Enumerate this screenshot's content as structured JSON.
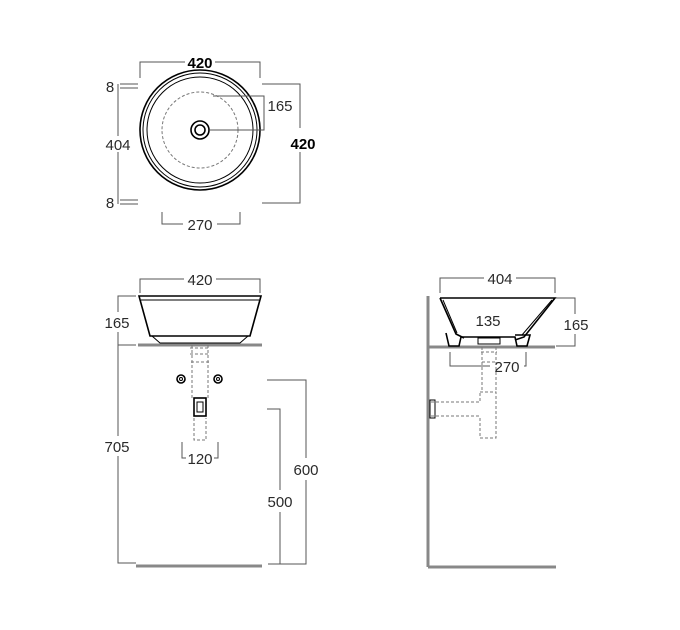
{
  "colors": {
    "line": "#000000",
    "dimension": "#555555",
    "wall": "#888888",
    "hidden": "#777777"
  },
  "top_view": {
    "width_label": "420",
    "depth_label": "420",
    "rim_top_label": "8",
    "inner_label": "404",
    "rim_bottom_label": "8",
    "drain_offset_label": "165",
    "base_label": "270"
  },
  "front_view": {
    "width_label": "420",
    "height_label": "165",
    "floor_height_label": "705",
    "trap_width_label": "120",
    "inlet_height_label": "600",
    "outlet_height_label": "500"
  },
  "side_view": {
    "width_label": "404",
    "height_label": "165",
    "drain_label": "135",
    "base_label": "270"
  }
}
